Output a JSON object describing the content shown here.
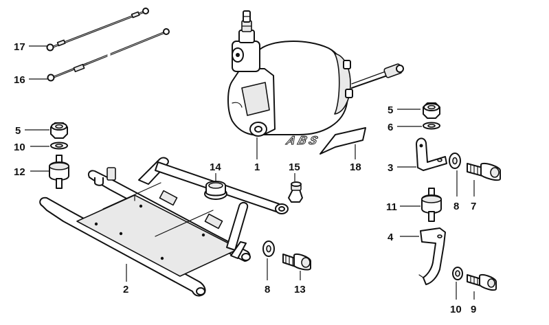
{
  "diagram": {
    "type": "exploded-parts-diagram",
    "logo_text": "ABS",
    "callouts": [
      {
        "id": "c17",
        "label": "17"
      },
      {
        "id": "c16",
        "label": "16"
      },
      {
        "id": "c5a",
        "label": "5"
      },
      {
        "id": "c10a",
        "label": "10"
      },
      {
        "id": "c12",
        "label": "12"
      },
      {
        "id": "c14",
        "label": "14"
      },
      {
        "id": "c1",
        "label": "1"
      },
      {
        "id": "c15",
        "label": "15"
      },
      {
        "id": "c18",
        "label": "18"
      },
      {
        "id": "c2",
        "label": "2"
      },
      {
        "id": "c8a",
        "label": "8"
      },
      {
        "id": "c13",
        "label": "13"
      },
      {
        "id": "c5b",
        "label": "5"
      },
      {
        "id": "c6",
        "label": "6"
      },
      {
        "id": "c3",
        "label": "3"
      },
      {
        "id": "c11",
        "label": "11"
      },
      {
        "id": "c8b",
        "label": "8"
      },
      {
        "id": "c7",
        "label": "7"
      },
      {
        "id": "c4",
        "label": "4"
      },
      {
        "id": "c10b",
        "label": "10"
      },
      {
        "id": "c9",
        "label": "9"
      }
    ]
  }
}
